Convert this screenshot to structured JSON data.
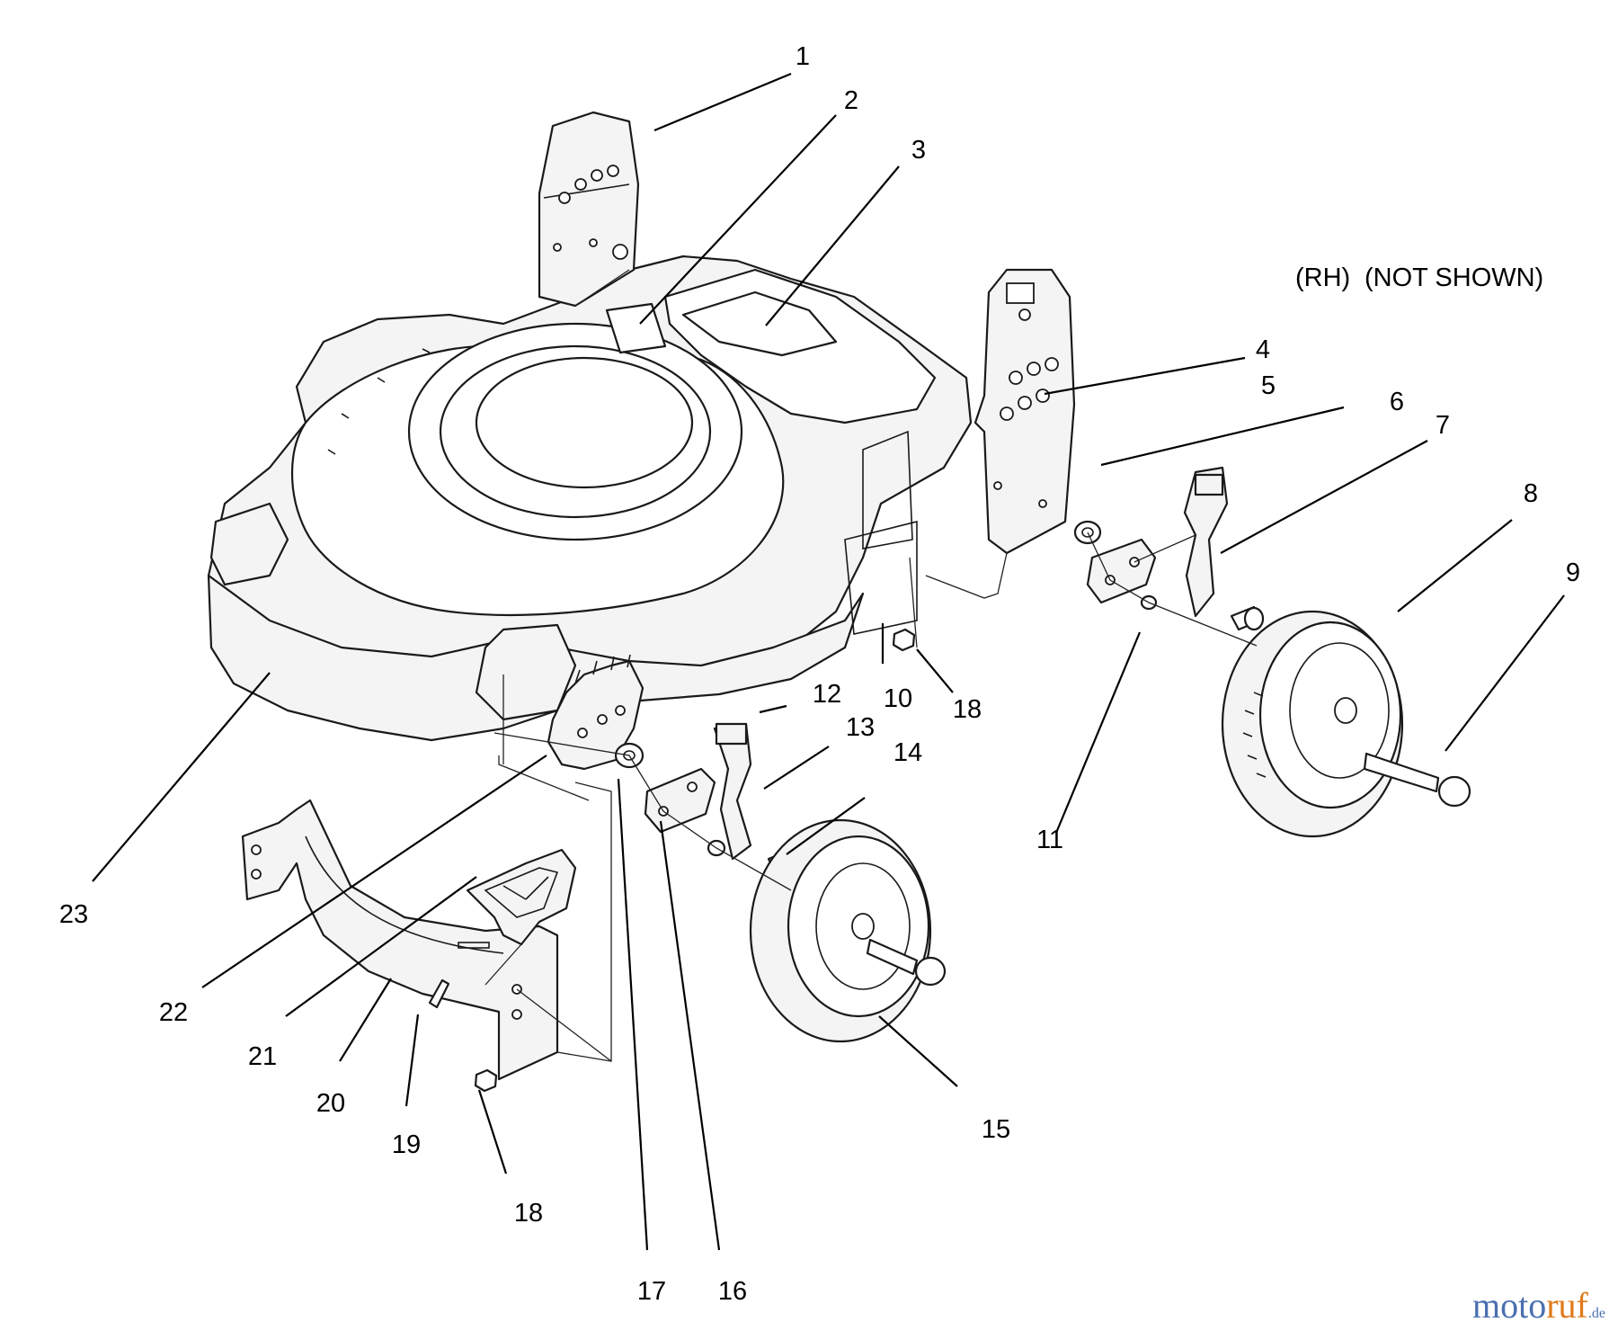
{
  "callouts": {
    "c1": "1",
    "c2": "2",
    "c3": "3",
    "c4": "4",
    "c5": "5",
    "c6": "6",
    "c7": "7",
    "c8": "8",
    "c9": "9",
    "c10": "10",
    "c11": "11",
    "c12": "12",
    "c13": "13",
    "c14": "14",
    "c15": "15",
    "c16": "16",
    "c17": "17",
    "c18a": "18",
    "c18b": "18",
    "c19": "19",
    "c20": "20",
    "c21": "21",
    "c22": "22",
    "c23": "23"
  },
  "notes": {
    "rh": "(RH)",
    "not_shown": "(NOT SHOWN)"
  },
  "watermark": {
    "part1": "moto",
    "part2": "ruf",
    "suffix": ".de"
  }
}
